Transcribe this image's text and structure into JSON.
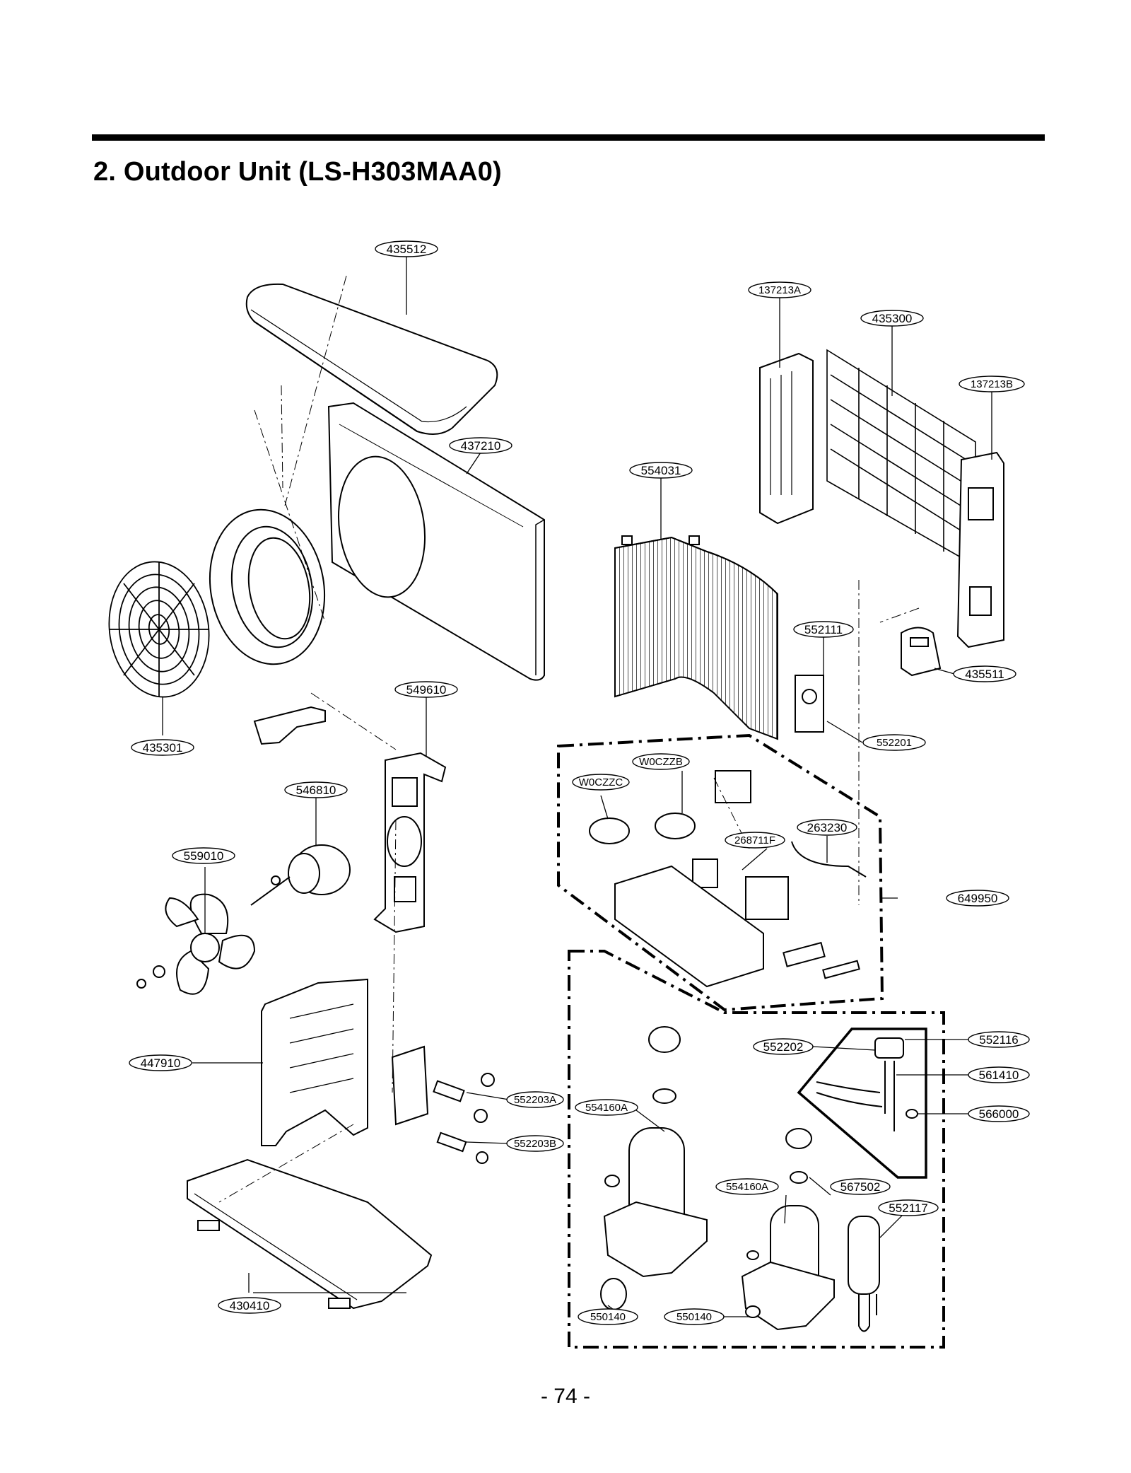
{
  "page": {
    "title": "2. Outdoor Unit (LS-H303MAA0)",
    "page_number": "- 74 -"
  },
  "callouts": [
    {
      "id": "top-cover",
      "label": "435512"
    },
    {
      "id": "side-panel-left",
      "label": "137213A"
    },
    {
      "id": "back-grille",
      "label": "435300"
    },
    {
      "id": "side-panel-right",
      "label": "137213B"
    },
    {
      "id": "front-panel",
      "label": "437210"
    },
    {
      "id": "condenser",
      "label": "554031"
    },
    {
      "id": "valve-a",
      "label": "552111"
    },
    {
      "id": "cover-control",
      "label": "435511"
    },
    {
      "id": "valve-b",
      "label": "552201"
    },
    {
      "id": "fan-grille",
      "label": "435301"
    },
    {
      "id": "motor-mount",
      "label": "549610"
    },
    {
      "id": "fan-motor",
      "label": "546810"
    },
    {
      "id": "capacitor-b",
      "label": "W0CZZB"
    },
    {
      "id": "capacitor-c",
      "label": "W0CZZC"
    },
    {
      "id": "sensor",
      "label": "263230"
    },
    {
      "id": "relay",
      "label": "268711F"
    },
    {
      "id": "control-box",
      "label": "649950"
    },
    {
      "id": "propeller",
      "label": "559010"
    },
    {
      "id": "barrier",
      "label": "447910"
    },
    {
      "id": "service-valve-a",
      "label": "552203A"
    },
    {
      "id": "service-valve-b",
      "label": "552203B"
    },
    {
      "id": "base-pan",
      "label": "430410"
    },
    {
      "id": "compressor-a",
      "label": "554160A"
    },
    {
      "id": "compressor-b",
      "label": "554160A"
    },
    {
      "id": "reversing-valve",
      "label": "552202"
    },
    {
      "id": "pipe-a",
      "label": "552116"
    },
    {
      "id": "pipe-b",
      "label": "561410"
    },
    {
      "id": "pipe-c",
      "label": "566000"
    },
    {
      "id": "muffler",
      "label": "567502"
    },
    {
      "id": "accumulator",
      "label": "552117"
    },
    {
      "id": "rubber-a",
      "label": "550140"
    },
    {
      "id": "rubber-b",
      "label": "550140"
    }
  ]
}
